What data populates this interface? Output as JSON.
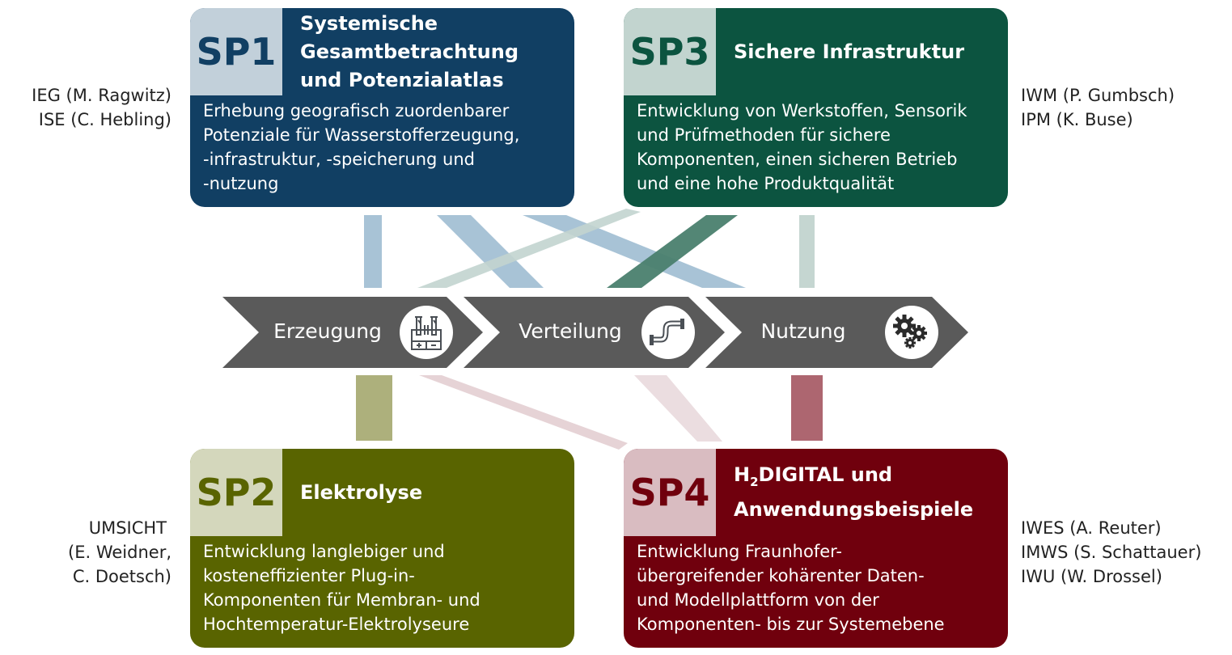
{
  "colors": {
    "sp1": "#113f63",
    "sp1_light": "#c2d0da",
    "sp2": "#596400",
    "sp2_light": "#d4d7bc",
    "sp3": "#0c5440",
    "sp3_light": "#c2d4cf",
    "sp4": "#70000d",
    "sp4_light": "#d9bcc1",
    "chain": "#5a5a5a"
  },
  "sp1": {
    "code": "SP1",
    "title": [
      "Systemische",
      "Gesamtbetrachtung",
      "und Potenzialatlas"
    ],
    "description": [
      "Erhebung geografisch zuordenbarer",
      "Potenziale für Wasserstofferzeugung,",
      "-infrastruktur, -speicherung und",
      "-nutzung"
    ],
    "institutes": [
      "IEG (M. Ragwitz)",
      "ISE (C. Hebling)"
    ]
  },
  "sp3": {
    "code": "SP3",
    "title": [
      "Sichere Infrastruktur"
    ],
    "description": [
      "Entwicklung von Werkstoffen, Sensorik",
      "und Prüfmethoden für sichere",
      "Komponenten, einen sicheren Betrieb",
      "und eine hohe Produktqualität"
    ],
    "institutes": [
      "IWM (P. Gumbsch)",
      "IPM (K. Buse)"
    ]
  },
  "sp2": {
    "code": "SP2",
    "title": [
      "Elektrolyse"
    ],
    "description": [
      "Entwicklung langlebiger und",
      "kosteneffizienter Plug-in-",
      "Komponenten für Membran- und",
      "Hochtemperatur-Elektrolyseure"
    ],
    "institutes": [
      "UMSICHT",
      "(E. Weidner,",
      "C. Doetsch)"
    ]
  },
  "sp4": {
    "code": "SP4",
    "title_prefix": "H",
    "title_sub": "2",
    "title_rest": "DIGITAL und",
    "title_line2": "Anwendungsbeispiele",
    "description": [
      "Entwicklung Fraunhofer-",
      "übergreifender kohärenter Daten-",
      "und Modellplattform von der",
      "Komponenten- bis zur Systemebene"
    ],
    "institutes": [
      "IWES (A. Reuter)",
      "IMWS (S. Schattauer)",
      "IWU (W. Drossel)"
    ]
  },
  "value_chain": [
    {
      "label": "Erzeugung",
      "icon": "electrolyzer-icon"
    },
    {
      "label": "Verteilung",
      "icon": "pipe-icon"
    },
    {
      "label": "Nutzung",
      "icon": "gears-icon"
    }
  ]
}
